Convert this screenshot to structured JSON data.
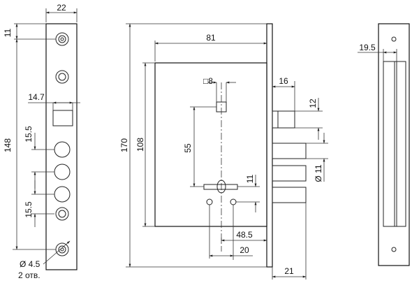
{
  "figure": {
    "faceplate_front": {
      "width_label": "22",
      "hole_offset_label": "11",
      "height_label": "148",
      "latch_offset_label": "14.7",
      "pitch_upper_label": "15.5",
      "pitch_lower_label": "15.5",
      "hole_dia_label": "Ø 4.5",
      "hole_count_label": "2 отв."
    },
    "lock_body": {
      "faceplate_height_label": "170",
      "body_width_label": "81",
      "body_height_label": "108",
      "spindle_square_label": "□8",
      "spindle_to_key_label": "55",
      "latch_depth_label": "16",
      "latch_height_label": "12",
      "bolt_dia_label": "Ø 11",
      "key_hole_pitch_label": "11",
      "backset_label": "48.5",
      "fixing_hole_spacing_label": "20",
      "bolt_throw_label": "21"
    },
    "faceplate_side": {
      "offset_label": "19.5"
    }
  }
}
